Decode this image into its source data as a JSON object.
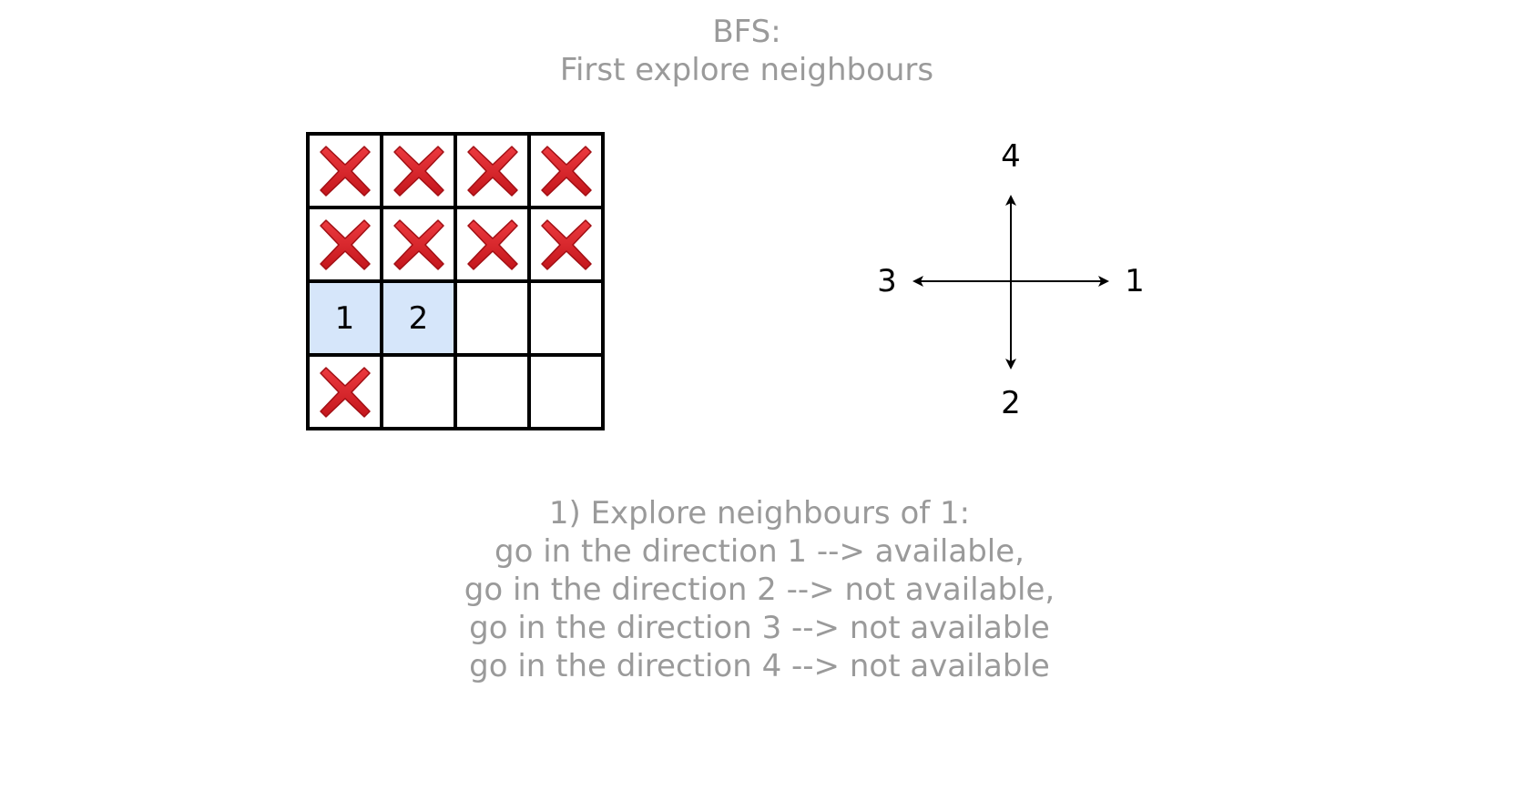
{
  "title": {
    "line1": "BFS:",
    "line2": "First explore neighbours"
  },
  "grid": {
    "rows": 4,
    "cols": 4,
    "cells": [
      [
        {
          "state": "blocked",
          "label": ""
        },
        {
          "state": "blocked",
          "label": ""
        },
        {
          "state": "blocked",
          "label": ""
        },
        {
          "state": "blocked",
          "label": ""
        }
      ],
      [
        {
          "state": "blocked",
          "label": ""
        },
        {
          "state": "blocked",
          "label": ""
        },
        {
          "state": "blocked",
          "label": ""
        },
        {
          "state": "blocked",
          "label": ""
        }
      ],
      [
        {
          "state": "visited",
          "label": "1"
        },
        {
          "state": "visited",
          "label": "2"
        },
        {
          "state": "empty",
          "label": ""
        },
        {
          "state": "empty",
          "label": ""
        }
      ],
      [
        {
          "state": "blocked",
          "label": ""
        },
        {
          "state": "empty",
          "label": ""
        },
        {
          "state": "empty",
          "label": ""
        },
        {
          "state": "empty",
          "label": ""
        }
      ]
    ],
    "visited_color": "#d6e6fa",
    "blocked_icon": "red-x-icon",
    "blocked_color": "#d9262c"
  },
  "compass": {
    "right": "1",
    "down": "2",
    "left": "3",
    "up": "4"
  },
  "explanation": {
    "line1": "1) Explore neighbours of 1:",
    "line2": "go in the direction 1 --> available,",
    "line3": "go in the direction 2 --> not available,",
    "line4": "go in the direction 3 --> not available",
    "line5": "go in the direction 4 --> not available"
  },
  "text_color": "#9a9a9a"
}
